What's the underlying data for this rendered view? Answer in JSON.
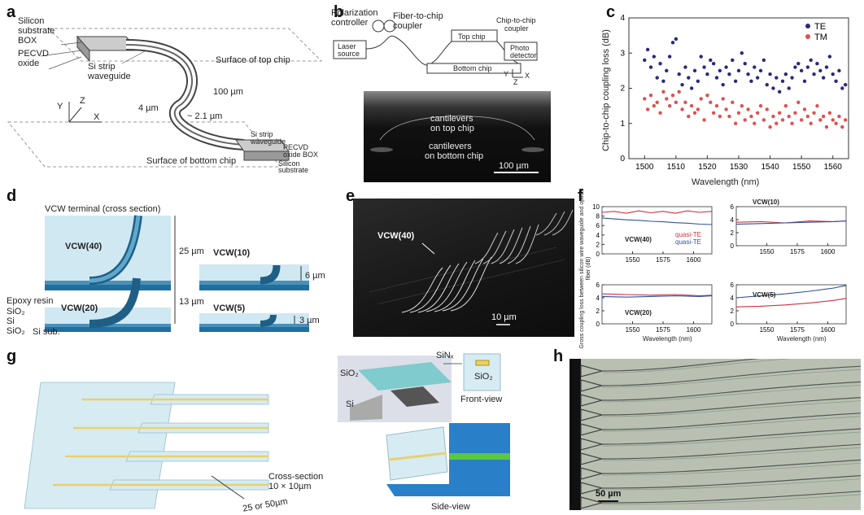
{
  "panels": {
    "a": {
      "letter": "a",
      "labels": {
        "si_substrate": "Silicon",
        "si_substrate2": "substrate",
        "box": "BOX",
        "pecvd": "PECVD",
        "oxide": "oxide",
        "strip": "Si strip",
        "strip2": "waveguide",
        "surface_top": "Surface of top chip",
        "dim100": "100 µm",
        "dim4": "4 µm",
        "dim21": "~ 2.1 µm",
        "ax_y": "Y",
        "ax_z": "Z",
        "ax_x": "X",
        "strip_b": "Si strip",
        "strip_b2": "waveguide",
        "pecvd_b": "PECVD",
        "oxide_b": "oxide",
        "box_b": "BOX",
        "surface_bottom": "Surface of bottom chip",
        "silicon_b": "Silicon",
        "substrate_b": "substrate"
      }
    },
    "b": {
      "letter": "b",
      "labels": {
        "polarization": "Polarization",
        "controller": "controller",
        "fiber": "Fiber-to-chip",
        "coupler": "coupler",
        "topchip": "Top chip",
        "c2c": "Chip-to-chip",
        "c2c2": "coupler",
        "laser": "Laser",
        "laser2": "source",
        "photo": "Photo",
        "photo2": "detector",
        "bottomchip": "Bottom chip",
        "ax_y": "Y",
        "ax_z": "Z",
        "ax_x": "X",
        "cant_top": "cantilevers",
        "cant_top2": "on top chip",
        "cant_bot": "cantilevers",
        "cant_bot2": "on bottom chip",
        "scale": "100 µm"
      }
    },
    "c": {
      "letter": "c",
      "ylabel": "Chip-to-chip coupling loss (dB)",
      "xlabel": "Wavelength (nm)"
    },
    "d": {
      "letter": "d",
      "labels": {
        "title": "VCW terminal (cross section)",
        "v40": "VCW(40)",
        "v10": "VCW(10)",
        "v20": "VCW(20)",
        "v5": "VCW(5)",
        "h25": "25 µm",
        "h6": "6 µm",
        "h13": "13 µm",
        "h3": "3 µm",
        "epoxy": "Epoxy resin",
        "sio2a": "SiO₂",
        "si": "Si",
        "sio2b": "SiO₂",
        "sisub": "Si sub."
      }
    },
    "e": {
      "letter": "e",
      "label": "VCW(40)",
      "scale": "10 µm"
    },
    "f": {
      "letter": "f",
      "ylabel": "Gross coupling loss between silicon wire waveguide and optical fiber (dB)",
      "xlabel": "Wavelength (nm)",
      "subplots": [
        {
          "title": "VCW(40)",
          "legend_te_red": "quasi-TE",
          "legend_te_blue": "quasi-TE"
        },
        {
          "title": "VCW(10)"
        },
        {
          "title": "VCW(20)"
        },
        {
          "title": "VCW(5)"
        }
      ]
    },
    "g": {
      "letter": "g",
      "labels": {
        "cross": "Cross-section",
        "cross2": "10 × 10µm",
        "pitch": "25 or 50µm",
        "sinx": "SiNₓ",
        "sio2": "SiO₂",
        "si": "Si",
        "sio2_front": "SiO₂",
        "front": "Front-view",
        "side": "Side-view"
      }
    },
    "h": {
      "letter": "h",
      "scale": "50 µm"
    }
  },
  "chart_data": [
    {
      "type": "scatter",
      "panel": "c",
      "xlabel": "Wavelength (nm)",
      "ylabel": "Chip-to-chip coupling loss (dB)",
      "xlim": [
        1495,
        1565
      ],
      "ylim": [
        0,
        4
      ],
      "xticks": [
        1500,
        1510,
        1520,
        1530,
        1540,
        1550,
        1560
      ],
      "yticks": [
        0,
        1,
        2,
        3,
        4
      ],
      "legend": "top-right",
      "series": [
        {
          "name": "TE",
          "color": "#2a2a7a",
          "x": [
            1500,
            1501,
            1502,
            1503,
            1504,
            1505,
            1506,
            1507,
            1508,
            1509,
            1510,
            1511,
            1512,
            1513,
            1514,
            1515,
            1516,
            1517,
            1518,
            1519,
            1520,
            1521,
            1522,
            1523,
            1524,
            1525,
            1526,
            1527,
            1528,
            1529,
            1530,
            1531,
            1532,
            1533,
            1534,
            1535,
            1536,
            1537,
            1538,
            1539,
            1540,
            1541,
            1542,
            1543,
            1544,
            1545,
            1546,
            1547,
            1548,
            1549,
            1550,
            1551,
            1552,
            1553,
            1554,
            1555,
            1556,
            1557,
            1558,
            1559,
            1560,
            1561,
            1562,
            1563,
            1564
          ],
          "y": [
            2.8,
            3.1,
            2.6,
            2.9,
            2.3,
            2.7,
            2.2,
            2.5,
            2.9,
            3.3,
            3.4,
            2.4,
            2.1,
            2.6,
            2.3,
            2.0,
            2.5,
            2.2,
            2.9,
            2.6,
            2.4,
            2.8,
            2.7,
            2.3,
            2.5,
            2.1,
            2.6,
            2.4,
            2.8,
            2.2,
            2.5,
            3.0,
            2.7,
            2.4,
            2.2,
            2.6,
            2.3,
            2.5,
            2.8,
            2.1,
            2.4,
            2.0,
            2.3,
            1.9,
            2.2,
            2.4,
            2.0,
            2.3,
            2.6,
            2.7,
            2.5,
            2.2,
            2.6,
            2.8,
            2.4,
            2.7,
            2.5,
            2.3,
            2.6,
            2.9,
            2.4,
            2.2,
            2.5,
            2.0,
            2.1
          ]
        },
        {
          "name": "TM",
          "color": "#e05050",
          "x": [
            1500,
            1501,
            1502,
            1503,
            1504,
            1505,
            1506,
            1507,
            1508,
            1509,
            1510,
            1511,
            1512,
            1513,
            1514,
            1515,
            1516,
            1517,
            1518,
            1519,
            1520,
            1521,
            1522,
            1523,
            1524,
            1525,
            1526,
            1527,
            1528,
            1529,
            1530,
            1531,
            1532,
            1533,
            1534,
            1535,
            1536,
            1537,
            1538,
            1539,
            1540,
            1541,
            1542,
            1543,
            1544,
            1545,
            1546,
            1547,
            1548,
            1549,
            1550,
            1551,
            1552,
            1553,
            1554,
            1555,
            1556,
            1557,
            1558,
            1559,
            1560,
            1561,
            1562,
            1563,
            1564
          ],
          "y": [
            1.7,
            1.4,
            1.8,
            1.5,
            1.6,
            1.3,
            1.9,
            1.7,
            1.5,
            1.8,
            1.6,
            1.9,
            1.4,
            1.6,
            1.2,
            1.5,
            1.3,
            1.4,
            1.7,
            1.1,
            1.8,
            1.6,
            1.3,
            1.5,
            1.2,
            1.7,
            1.4,
            1.2,
            1.6,
            1.0,
            1.3,
            1.5,
            1.1,
            1.4,
            1.2,
            1.0,
            1.3,
            1.5,
            1.1,
            1.4,
            0.9,
            1.2,
            1.0,
            1.3,
            1.1,
            1.5,
            1.2,
            1.0,
            1.3,
            1.6,
            1.1,
            1.4,
            1.2,
            1.0,
            1.3,
            1.5,
            1.1,
            1.2,
            0.9,
            1.3,
            1.1,
            1.0,
            1.2,
            0.9,
            1.1
          ]
        }
      ]
    },
    {
      "type": "line",
      "panel": "f-VCW(40)",
      "xlim": [
        1525,
        1615
      ],
      "ylim": [
        0,
        10
      ],
      "xticks": [
        1550,
        1575,
        1600
      ],
      "yticks": [
        0,
        2,
        4,
        6,
        8,
        10
      ],
      "series": [
        {
          "name": "quasi-TE",
          "color": "#d03040",
          "x": [
            1525,
            1535,
            1545,
            1555,
            1565,
            1575,
            1585,
            1595,
            1605,
            1615
          ],
          "y": [
            8.8,
            9.0,
            8.6,
            9.1,
            8.7,
            9.0,
            8.6,
            9.1,
            8.8,
            9.0
          ]
        },
        {
          "name": "quasi-TE",
          "color": "#3050a0",
          "x": [
            1525,
            1535,
            1545,
            1555,
            1565,
            1575,
            1585,
            1595,
            1605,
            1615
          ],
          "y": [
            7.6,
            7.4,
            7.2,
            7.1,
            6.9,
            6.8,
            6.6,
            6.5,
            6.3,
            6.2
          ]
        }
      ]
    },
    {
      "type": "line",
      "panel": "f-VCW(10)",
      "xlim": [
        1525,
        1615
      ],
      "ylim": [
        0,
        6
      ],
      "xticks": [
        1550,
        1575,
        1600
      ],
      "yticks": [
        0,
        2,
        4,
        6
      ],
      "series": [
        {
          "color": "#d03040",
          "x": [
            1525,
            1545,
            1565,
            1585,
            1605,
            1615
          ],
          "y": [
            3.6,
            3.7,
            3.5,
            3.8,
            3.7,
            3.8
          ]
        },
        {
          "color": "#3050a0",
          "x": [
            1525,
            1545,
            1565,
            1585,
            1605,
            1615
          ],
          "y": [
            3.3,
            3.4,
            3.5,
            3.6,
            3.7,
            3.8
          ]
        }
      ]
    },
    {
      "type": "line",
      "panel": "f-VCW(20)",
      "xlim": [
        1525,
        1615
      ],
      "ylim": [
        0,
        6
      ],
      "xticks": [
        1550,
        1575,
        1600
      ],
      "yticks": [
        0,
        2,
        4,
        6
      ],
      "series": [
        {
          "color": "#d03040",
          "x": [
            1525,
            1545,
            1565,
            1585,
            1605,
            1615
          ],
          "y": [
            4.6,
            4.5,
            4.4,
            4.5,
            4.3,
            4.4
          ]
        },
        {
          "color": "#3050a0",
          "x": [
            1525,
            1545,
            1565,
            1585,
            1605,
            1615
          ],
          "y": [
            4.2,
            4.1,
            4.2,
            4.3,
            4.2,
            4.3
          ]
        }
      ]
    },
    {
      "type": "line",
      "panel": "f-VCW(5)",
      "xlim": [
        1525,
        1615
      ],
      "ylim": [
        0,
        6
      ],
      "xticks": [
        1550,
        1575,
        1600
      ],
      "yticks": [
        0,
        2,
        4,
        6
      ],
      "series": [
        {
          "color": "#d03040",
          "x": [
            1525,
            1545,
            1565,
            1585,
            1605,
            1615
          ],
          "y": [
            2.6,
            2.7,
            2.9,
            3.2,
            3.6,
            3.9
          ]
        },
        {
          "color": "#3050a0",
          "x": [
            1525,
            1545,
            1565,
            1585,
            1605,
            1615
          ],
          "y": [
            4.0,
            4.3,
            4.6,
            5.0,
            5.5,
            5.9
          ]
        }
      ]
    }
  ]
}
